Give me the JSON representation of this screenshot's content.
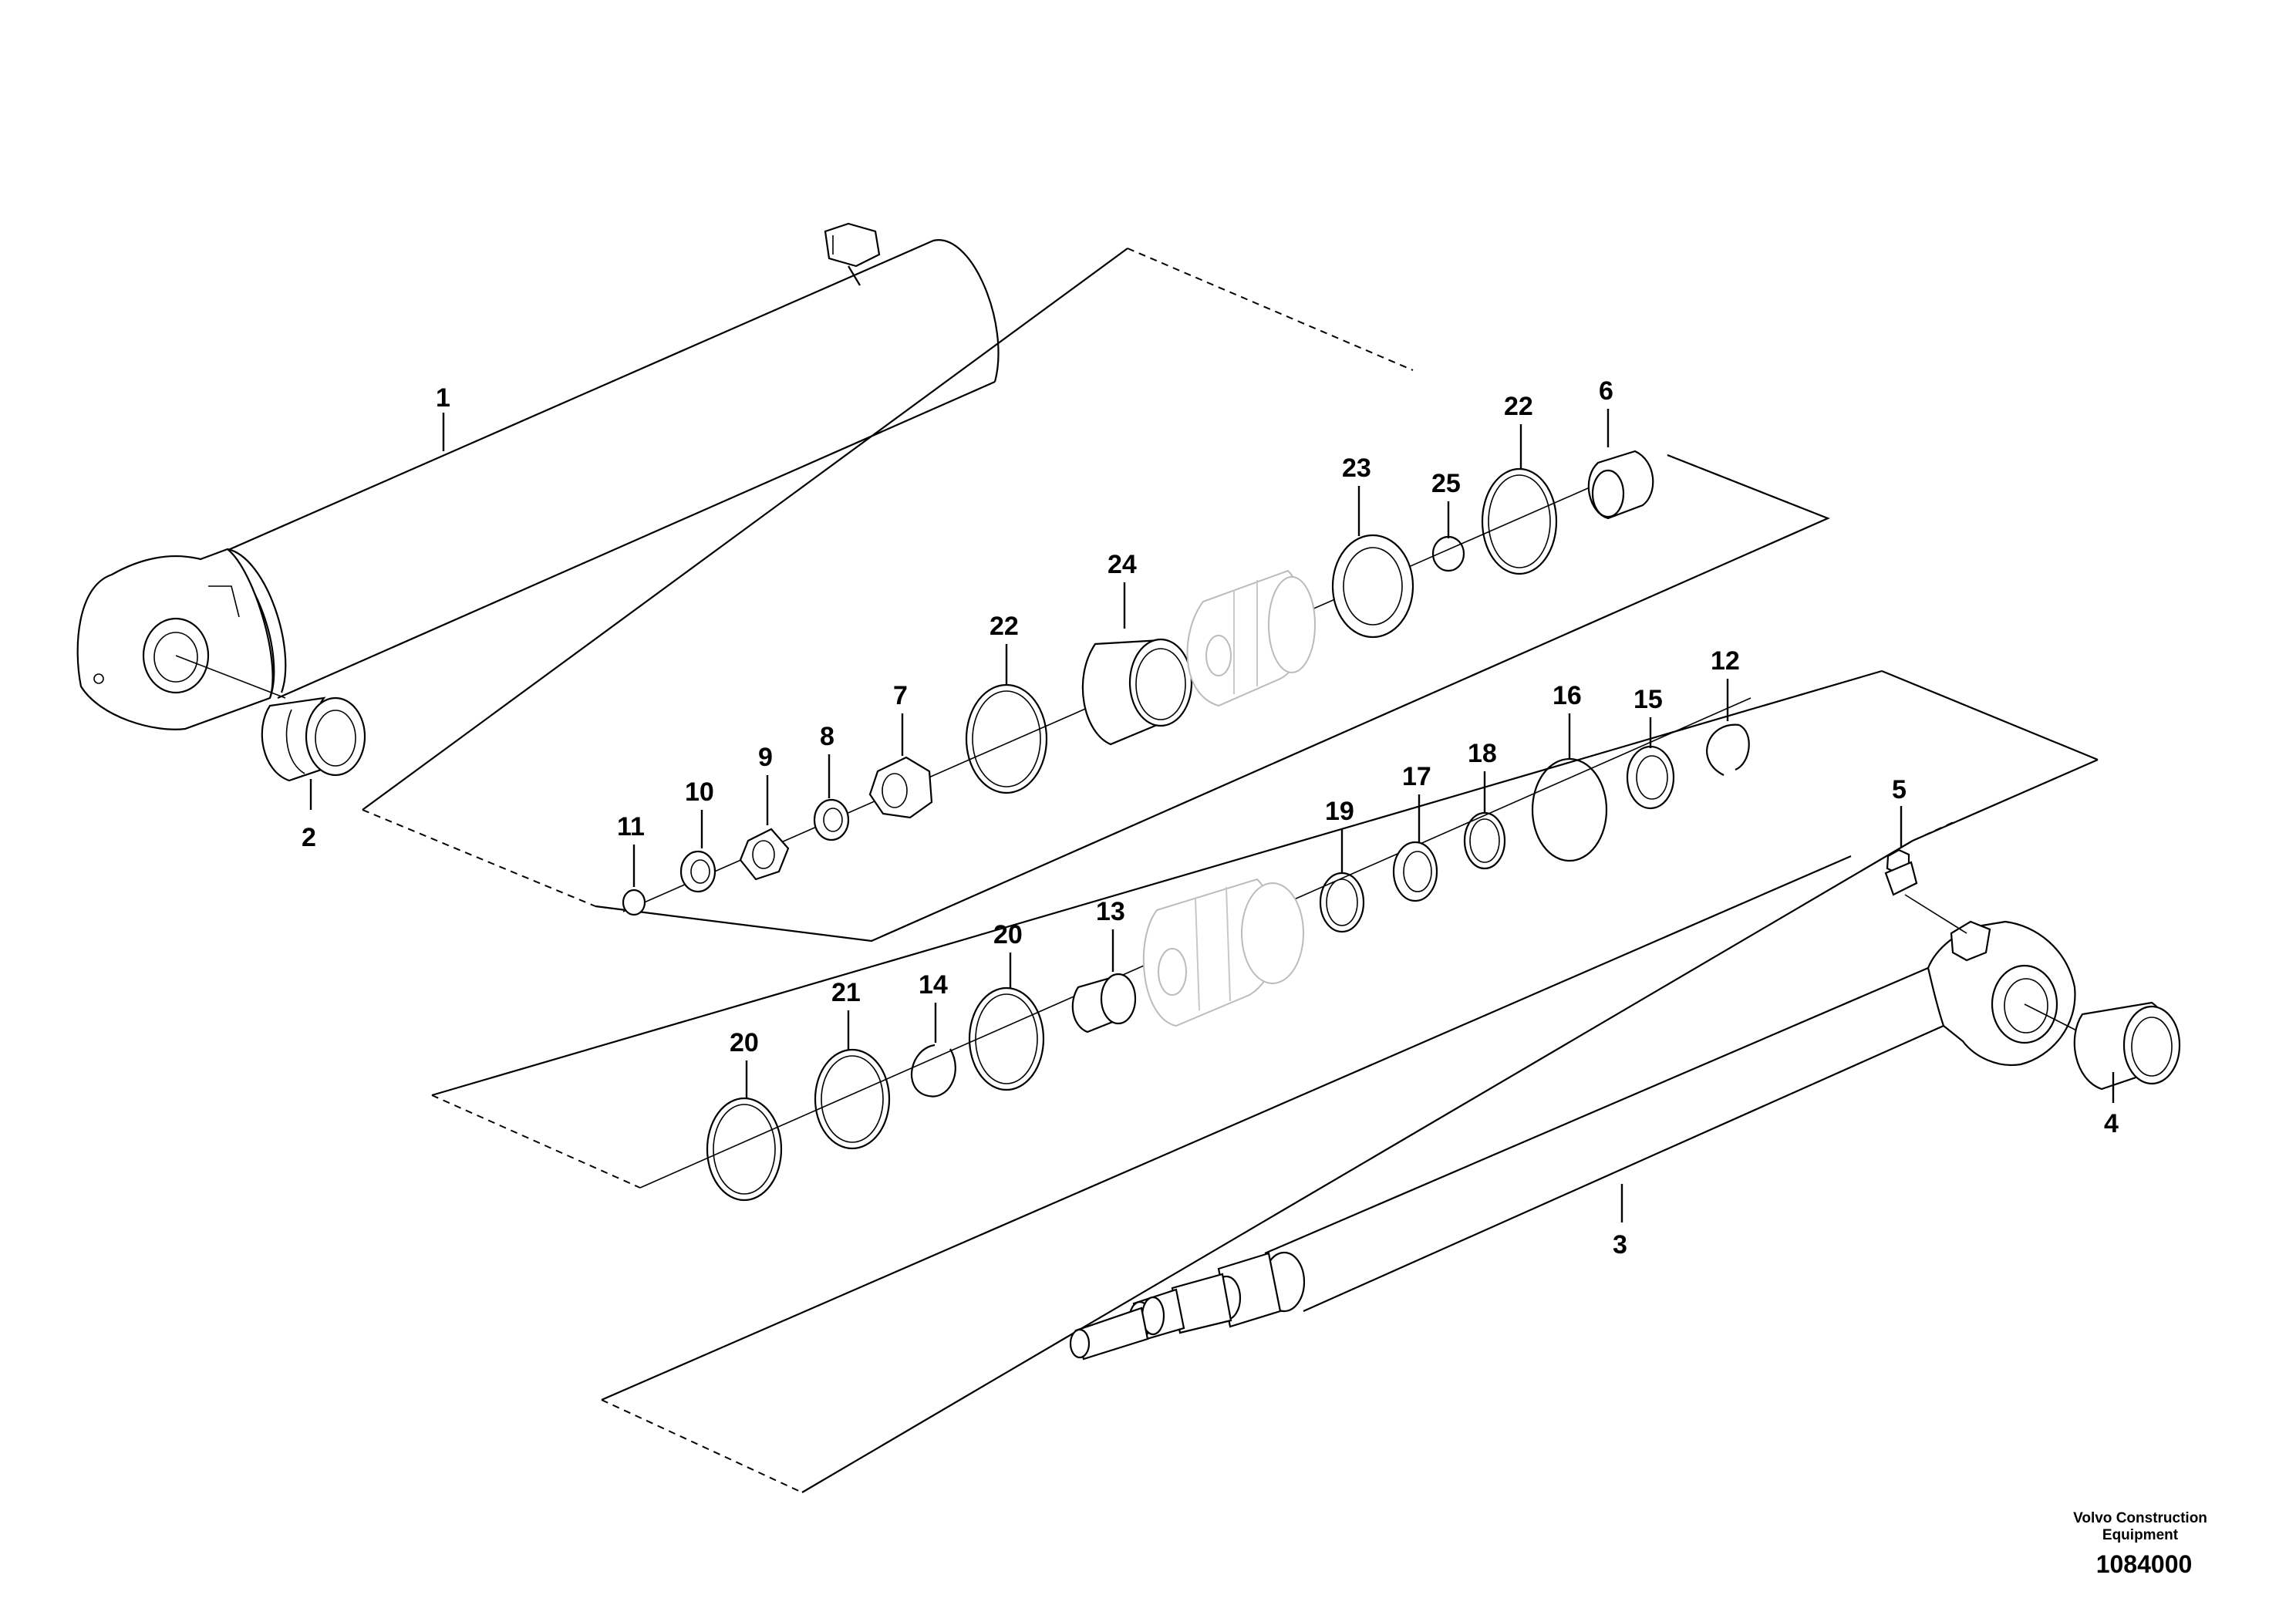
{
  "callouts": {
    "c1": "1",
    "c2": "2",
    "c3": "3",
    "c4": "4",
    "c5": "5",
    "c6": "6",
    "c7": "7",
    "c8": "8",
    "c9": "9",
    "c10": "10",
    "c11": "11",
    "c12": "12",
    "c13": "13",
    "c14": "14",
    "c15": "15",
    "c16": "16",
    "c17": "17",
    "c18": "18",
    "c19": "19",
    "c20a": "20",
    "c20b": "20",
    "c21": "21",
    "c22a": "22",
    "c22b": "22",
    "c23": "23",
    "c24": "24",
    "c25": "25"
  },
  "footer": {
    "company": "Volvo Construction Equipment",
    "drawing_number": "1084000"
  }
}
